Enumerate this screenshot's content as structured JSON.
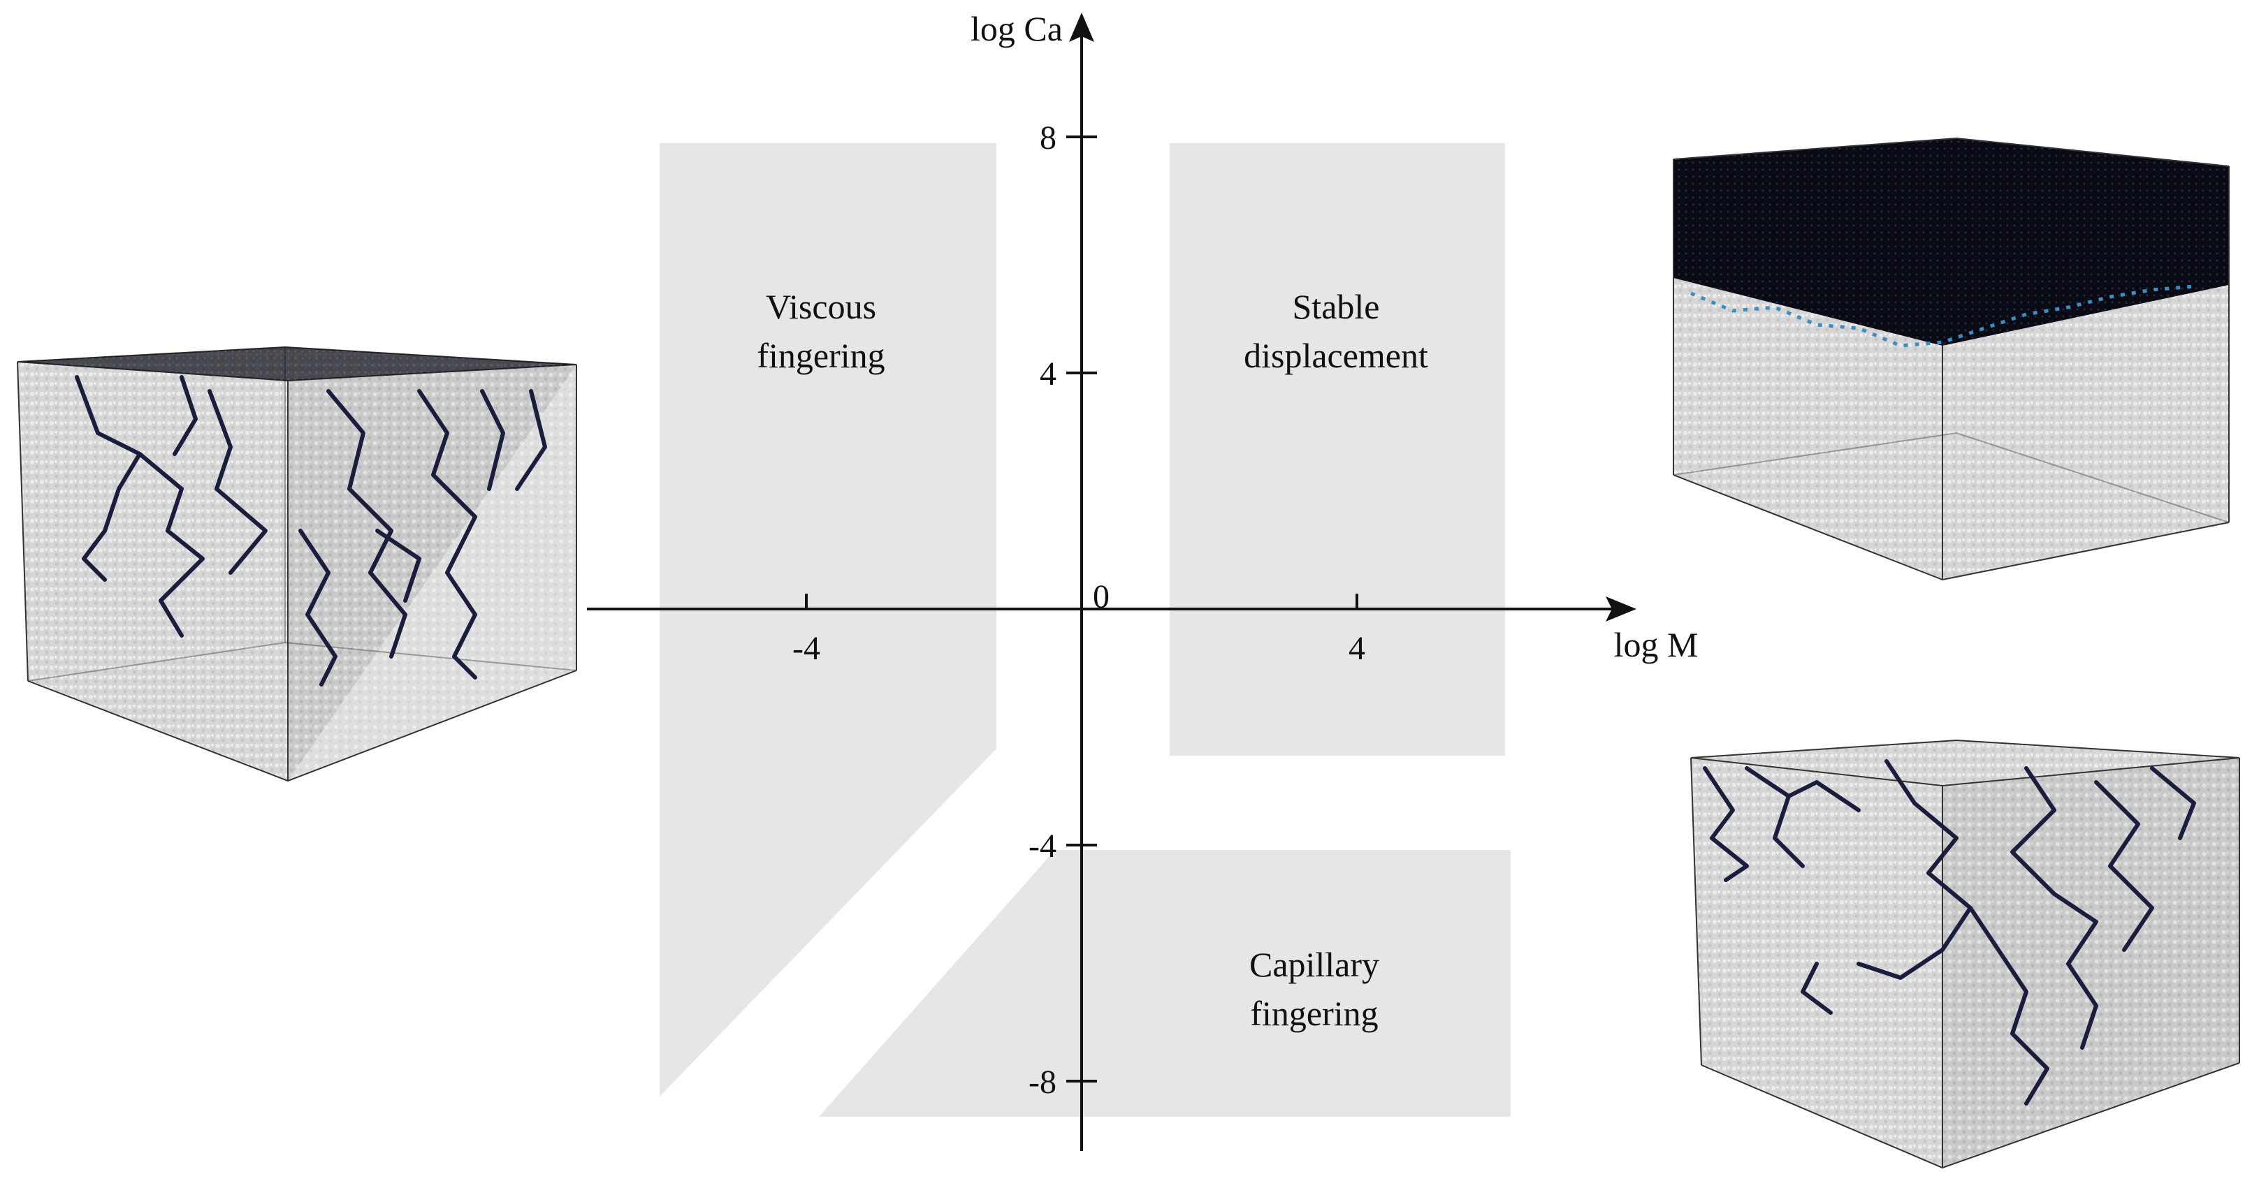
{
  "axes": {
    "x_title": "log M",
    "y_title": "log Ca",
    "origin_label": "0",
    "x_ticks": [
      {
        "value": -4,
        "label": "-4"
      },
      {
        "value": 4,
        "label": "4"
      }
    ],
    "y_ticks": [
      {
        "value": 8,
        "label": "8"
      },
      {
        "value": 4,
        "label": "4"
      },
      {
        "value": -4,
        "label": "-4"
      },
      {
        "value": -8,
        "label": "-8"
      }
    ],
    "x_range": [
      -7,
      8
    ],
    "y_range": [
      -9,
      10
    ]
  },
  "regions": [
    {
      "id": "viscous",
      "line1": "Viscous",
      "line2": "fingering"
    },
    {
      "id": "stable",
      "line1": "Stable",
      "line2": "displacement"
    },
    {
      "id": "capillary",
      "line1": "Capillary",
      "line2": "fingering"
    }
  ],
  "colors": {
    "region_fill": "#e6e6e6",
    "axis": "#111111",
    "cube_fill": "#d0d0d0",
    "invading_fluid": "#1b1d3d",
    "front_highlight": "#3a8ec4"
  },
  "insets": [
    {
      "id": "viscous-cube",
      "pattern": "viscous fingering"
    },
    {
      "id": "stable-cube",
      "pattern": "stable displacement"
    },
    {
      "id": "capillary-cube",
      "pattern": "capillary fingering"
    }
  ]
}
